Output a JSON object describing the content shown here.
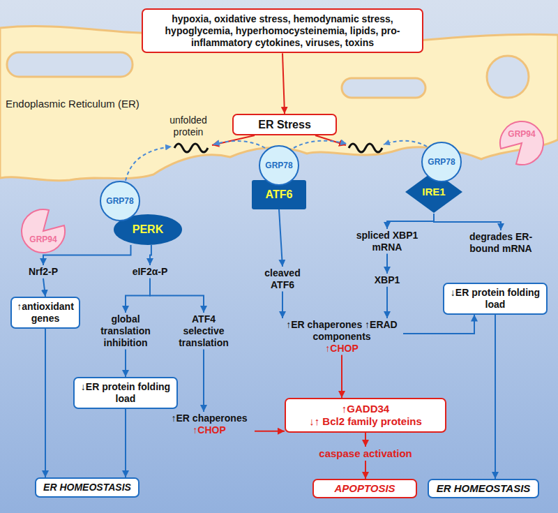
{
  "diagram": {
    "nodes": [
      {
        "text": [
          "hypoxia, oxidative stress, hemodynamic stress, hypoglycemia, hyperhomocysteinemia, lipids, pro-inflammatory cytokines, viruses, toxins"
        ]
      },
      {
        "text": [
          "ER Stress"
        ]
      },
      {
        "text": [
          "GRP94"
        ]
      },
      {
        "text": [
          "GRP78"
        ]
      },
      {
        "text": [
          "PERK"
        ]
      },
      {
        "text": [
          "GRP78"
        ]
      },
      {
        "text": [
          "ATF6"
        ]
      },
      {
        "text": [
          "GRP78"
        ]
      },
      {
        "text": [
          "IRE1"
        ]
      },
      {
        "text": [
          "GRP94"
        ]
      },
      {
        "text": [
          "Nrf2-P"
        ]
      },
      {
        "text": [
          "eIF2α-P"
        ]
      },
      {
        "text": [
          "↑antioxidant genes"
        ]
      },
      {
        "text": [
          "global translation inhibition"
        ]
      },
      {
        "text": [
          "ATF4 selective translation"
        ]
      },
      {
        "text": [
          "↓ER protein folding load"
        ]
      },
      {
        "text": [
          "↑ER chaperones",
          "↑CHOP"
        ]
      },
      {
        "text": [
          "ER HOMEOSTASIS"
        ]
      },
      {
        "text": [
          "cleaved ATF6"
        ]
      },
      {
        "text": [
          "spliced XBP1 mRNA"
        ]
      },
      {
        "text": [
          "XBP1"
        ]
      },
      {
        "text": [
          "degrades ER-bound mRNA"
        ]
      },
      {
        "text": [
          "↓ER protein folding load"
        ]
      },
      {
        "text": [
          "↑ER chaperones ↑ERAD components",
          "↑CHOP"
        ]
      },
      {
        "text": [
          "↑GADD34",
          "↓↑ Bcl2 family proteins"
        ]
      },
      {
        "text": [
          "caspase activation"
        ]
      },
      {
        "text": [
          "APOPTOSIS"
        ]
      },
      {
        "text": [
          "ER HOMEOSTASIS"
        ]
      }
    ],
    "edges": [
      {
        "from": 0,
        "to": 1,
        "arrow": "to"
      },
      {
        "from": 4,
        "to": 10,
        "arrow": "to"
      },
      {
        "from": 4,
        "to": 11,
        "arrow": "to"
      },
      {
        "from": 10,
        "to": 12,
        "arrow": "to"
      },
      {
        "from": 11,
        "to": 13,
        "arrow": "to"
      },
      {
        "from": 11,
        "to": 14,
        "arrow": "to"
      },
      {
        "from": 13,
        "to": 15,
        "arrow": "to"
      },
      {
        "from": 14,
        "to": 16,
        "arrow": "to"
      },
      {
        "from": 12,
        "to": 17,
        "arrow": "to"
      },
      {
        "from": 15,
        "to": 17,
        "arrow": "to"
      },
      {
        "from": 16,
        "to": 24,
        "arrow": "to"
      },
      {
        "from": 6,
        "to": 18,
        "arrow": "to"
      },
      {
        "from": 8,
        "to": 19,
        "arrow": "to"
      },
      {
        "from": 8,
        "to": 21,
        "arrow": "to"
      },
      {
        "from": 19,
        "to": 20,
        "arrow": "to"
      },
      {
        "from": 18,
        "to": 23,
        "arrow": "to"
      },
      {
        "from": 20,
        "to": 23,
        "arrow": "to"
      },
      {
        "from": 23,
        "to": 22,
        "arrow": "to"
      },
      {
        "from": 23,
        "to": 24,
        "arrow": "to"
      },
      {
        "from": 24,
        "to": 25,
        "arrow": "to"
      },
      {
        "from": 25,
        "to": 26,
        "arrow": "to"
      },
      {
        "from": 22,
        "to": 27,
        "arrow": "to"
      }
    ],
    "labels": [
      "Endoplasmic Reticulum (ER)",
      "unfolded protein"
    ]
  }
}
